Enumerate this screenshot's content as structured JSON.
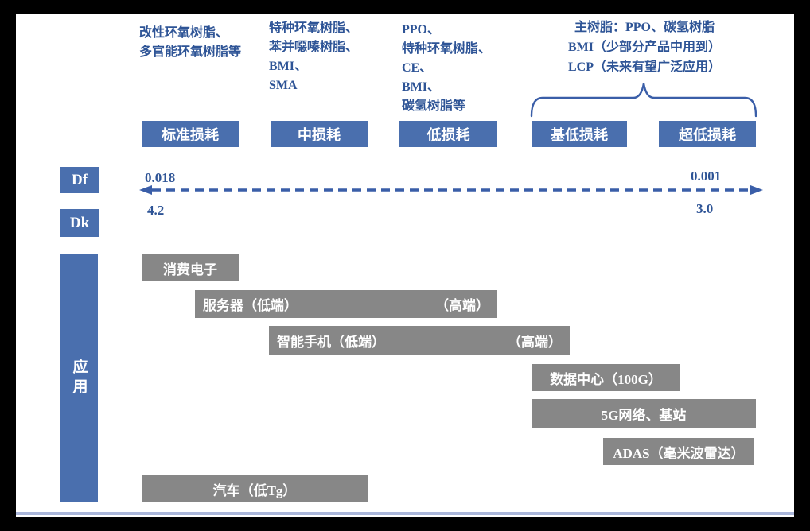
{
  "resin_groups": [
    {
      "name": "standard-loss-resins",
      "lines": [
        "改性环氧树脂、",
        "多官能环氧树脂等"
      ]
    },
    {
      "name": "mid-loss-resins",
      "lines": [
        "特种环氧树脂、",
        "苯并噁嗪树脂、",
        "BMI、",
        "SMA"
      ]
    },
    {
      "name": "low-loss-resins",
      "lines": [
        "PPO、",
        "特种环氧树脂、",
        "CE、",
        "BMI、",
        "碳氢树脂等"
      ]
    },
    {
      "name": "ultra-low-loss-resins",
      "lines": [
        "主树脂：PPO、碳氢树脂",
        "BMI（少部分产品中用到）",
        "LCP（未来有望广泛应用）"
      ]
    }
  ],
  "loss_levels": [
    "标准损耗",
    "中损耗",
    "低损耗",
    "基低损耗",
    "超低损耗"
  ],
  "axis": {
    "df_label": "Df",
    "dk_label": "Dk",
    "df_left": "0.018",
    "df_right": "0.001",
    "dk_left": "4.2",
    "dk_right": "3.0"
  },
  "application": {
    "label": "应用",
    "bars": [
      {
        "center": "消费电子"
      },
      {
        "left": "服务器（低端）",
        "right": "（高端）"
      },
      {
        "left": "智能手机（低端）",
        "right": "（高端）"
      },
      {
        "center": "数据中心（100G）"
      },
      {
        "center": "5G网络、基站"
      },
      {
        "center": "ADAS（毫米波雷达）"
      },
      {
        "center": "汽车（低Tg）"
      }
    ]
  },
  "colors": {
    "accent_blue": "#4a6fae",
    "text_blue": "#2e5496",
    "bar_gray": "#878787",
    "line_blue": "#3a5ea8",
    "bottom_rule": "#aab6da",
    "frame": "#000000"
  }
}
